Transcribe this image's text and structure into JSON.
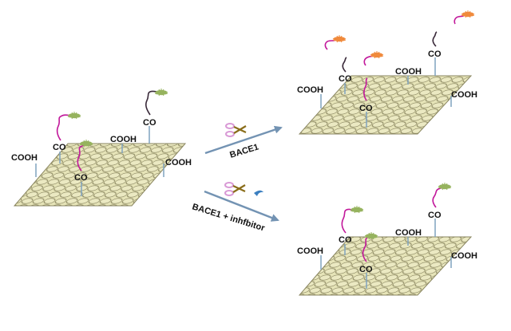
{
  "labels": {
    "cooh": "COOH",
    "co": "CO",
    "arrow_top": "BACE1",
    "arrow_bottom": "BACE1 + inhfbitor"
  },
  "colors": {
    "sheet_fill": "#e6e4b8",
    "sheet_stroke": "#8a8660",
    "linker": "#7fa3bf",
    "arrow": "#7393b3",
    "peptide_magenta": "#c2189b",
    "peptide_dark": "#3a2a3a",
    "quencher_green": "#96b35e",
    "fluorophore_orange": "#f08a3c",
    "scissors_handle": "#d99ad6",
    "scissors_blade": "#8a6d1a",
    "inhibitor": "#3b7fc0"
  },
  "icons": [
    "scissors-icon",
    "inhibitor-icon",
    "arrow-icon",
    "green-quencher-icon",
    "orange-fluorophore-icon"
  ]
}
